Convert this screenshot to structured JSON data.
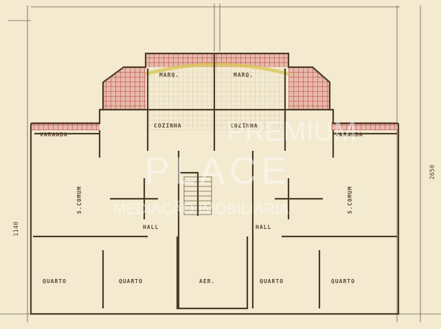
{
  "rooms": {
    "marq_left": "MARQ.",
    "marq_right": "MARQ.",
    "cozinha_left": "COZINHA",
    "cozinha_right": "COZINHA",
    "varanda_left": "VARANDA",
    "varanda_right": "VARANDA",
    "scomum_left": "S.COMUM",
    "scomum_right": "S.COMUM",
    "hall_left": "HALL",
    "hall_right": "HALL",
    "quarto_1": "QUARTO",
    "quarto_2": "QUARTO",
    "aer": "AER.",
    "quarto_3": "QUARTO",
    "quarto_4": "QUARTO"
  },
  "dimensions": {
    "right": "2650",
    "left": "1140"
  },
  "watermark": {
    "line1": "PREMIUM",
    "line2": "PLACE",
    "line3": "MEDIAÇÃO IMOBILIÁRIA"
  },
  "colors": {
    "paper": "#f3ead0",
    "ink": "#4a3a28",
    "roof": "#c0404a",
    "highlight": "#d8c85a"
  }
}
